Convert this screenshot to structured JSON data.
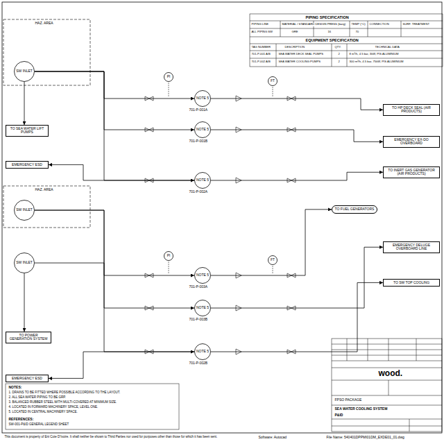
{
  "diagram": {
    "nodes": [
      {
        "text": [
          "TO SEA WATER LIFT PUMPS"
        ]
      },
      {
        "text": [
          "EMERGENCY ESD"
        ]
      },
      {
        "text": [
          "TO POWER GENERATION SYSTEM"
        ]
      },
      {
        "text": [
          "EMERGENCY ESD"
        ]
      },
      {
        "text": [
          "TO HP DECK SEAL (AIR PRODUCTS)"
        ]
      },
      {
        "text": [
          "EMERGENCY EX-DO OVERBOARD"
        ]
      },
      {
        "text": [
          "TO INERT GAS GENERATOR (AIR PRODUCTS)"
        ]
      },
      {
        "text": [
          "TO FUEL GENERATORS"
        ]
      },
      {
        "text": [
          "EMERGENCY DELUGE OVERBOARD LINE"
        ]
      },
      {
        "text": [
          "TO SW TOP COOLING"
        ]
      },
      {
        "text": [
          "SW INLET"
        ]
      },
      {
        "text": [
          "SW INLET"
        ]
      },
      {
        "text": [
          "SW INLET"
        ]
      },
      {
        "text": [
          "NOTE 5"
        ]
      },
      {
        "text": [
          "NOTE 5"
        ]
      },
      {
        "text": [
          "NOTE 5"
        ]
      },
      {
        "text": [
          "NOTE 5"
        ]
      },
      {
        "text": [
          "NOTE 5"
        ]
      },
      {
        "text": [
          "NOTE 5"
        ]
      },
      {
        "text": [
          "PI"
        ]
      },
      {
        "text": [
          "FT"
        ]
      },
      {
        "text": [
          "PI"
        ]
      },
      {
        "text": [
          "FT"
        ]
      }
    ],
    "edges": [
      {
        "from": 10,
        "to": 0,
        "arrow": "to"
      },
      {
        "from": 10,
        "to": 13,
        "arrow": "to"
      },
      {
        "from": 10,
        "to": 14,
        "arrow": "to"
      },
      {
        "from": 10,
        "to": 15,
        "arrow": "to"
      },
      {
        "from": 15,
        "to": 1,
        "arrow": "to"
      },
      {
        "from": 11,
        "to": 16,
        "arrow": "to"
      },
      {
        "from": 11,
        "to": 17,
        "arrow": "to"
      },
      {
        "from": 12,
        "to": 18,
        "arrow": "to"
      },
      {
        "from": 12,
        "to": 2,
        "arrow": "to"
      },
      {
        "from": 18,
        "to": 3,
        "arrow": "to"
      },
      {
        "from": 13,
        "to": 4,
        "arrow": "to"
      },
      {
        "from": 14,
        "to": 5,
        "arrow": "to"
      },
      {
        "from": 15,
        "to": 6,
        "arrow": "to"
      },
      {
        "from": 16,
        "to": 7,
        "arrow": "to"
      },
      {
        "from": 17,
        "to": 8,
        "arrow": "to"
      },
      {
        "from": 18,
        "to": 9,
        "arrow": "to"
      }
    ],
    "labels": [
      "PIPING SPECIFICATION",
      "PIPING LINE",
      "MATERIAL / STANDARD",
      "DESIGN PRESS (barg)",
      "TEMP (°C)",
      "CONNECTION",
      "SURF. TREATMENT",
      "ALL PIPING SW",
      "GRE",
      "16",
      "70",
      "EQUIPMENT SPECIFICATION",
      "TAG NUMBER",
      "DESCRIPTION",
      "QTY.",
      "TECHNICAL DATA",
      "701-P-001 A/B",
      "SEA WATER DECK SEAL PUMPS",
      "2",
      "8 m³/h, 4.5 bar, 3kW, PIS ALUMINIUM",
      "701-P-002 A/B",
      "SEA WATER COOLING PUMPS",
      "2",
      "300 m³/h, 4.5 bar, 75kW, PIS ALUMINIUM",
      "HAZ. AREA",
      "HAZ. AREA",
      "NOTES:",
      "1. DRAINS TO BE FITTED WHERE POSSIBLE ACCORDING TO THE LAYOUT.",
      "2. ALL SEA WATER PIPING TO BE GRP.",
      "3. BALANCED RUBBER STEEL WITH MULTI-COVERED AT MINIMUM SIZE.",
      "4. LOCATED IN FORWARD MACHINERY SPACE, LEVEL ONE.",
      "5. LOCATED IN CENTRAL MACHINERY SPACE.",
      "REFERENCES:",
      "SW-001-P&ID GENERAL LEGEND SHEET",
      "wood.",
      "SEA WATER COOLING SYSTEM",
      "P&ID",
      "FPSO PACKAGE",
      "This document is property of Eni Cote D'Ivoire. It shall neither be shown to Third Parties nor used for purposes other than those for which it has been sent.",
      "Software: Autocad",
      "File Name: 540401DPPMI01DM_EXDE01_01.dwg",
      "701-P-001A",
      "701-P-001B",
      "701-P-002A",
      "701-P-003A",
      "701-P-003B",
      "701-P-002B"
    ]
  }
}
